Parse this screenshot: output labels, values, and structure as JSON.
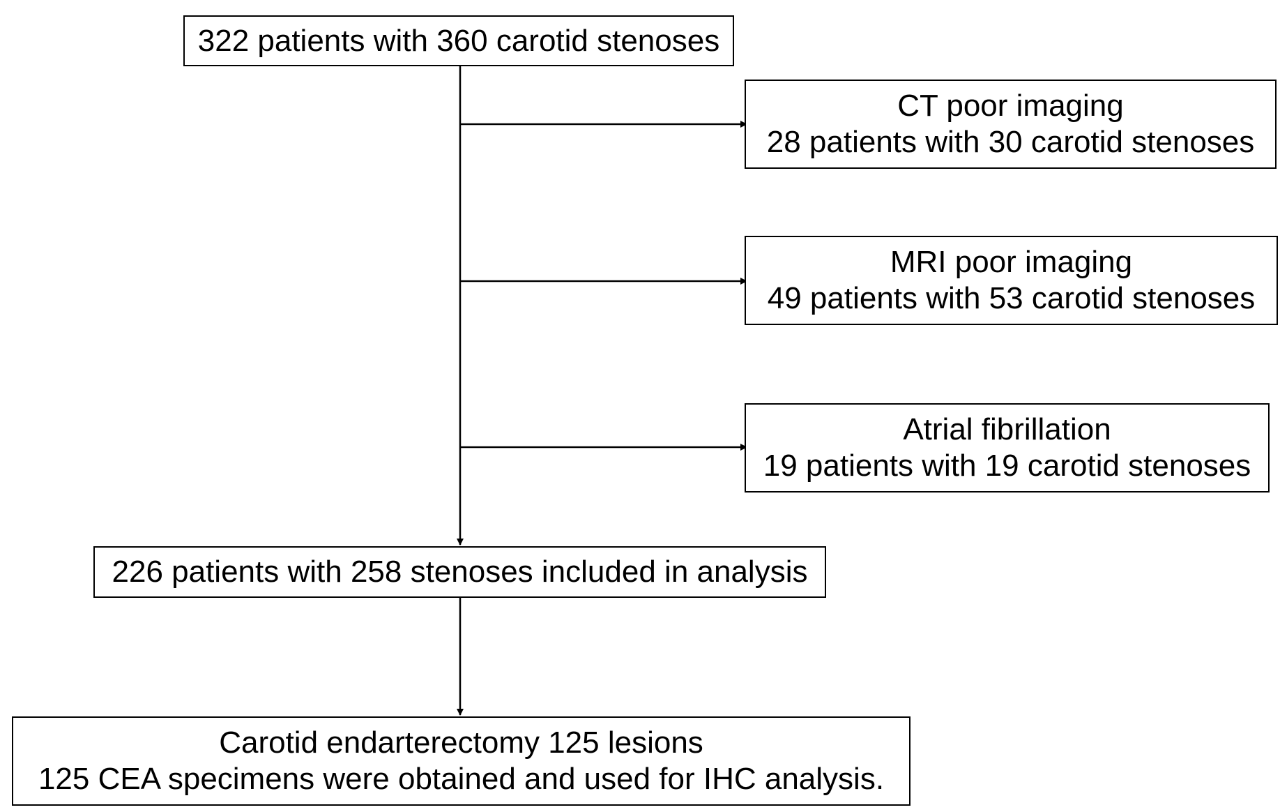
{
  "flowchart": {
    "start": {
      "text": "322 patients with 360 carotid stenoses"
    },
    "exclusions": [
      {
        "title": "CT poor imaging",
        "detail": "28 patients with 30 carotid stenoses"
      },
      {
        "title": "MRI poor imaging",
        "detail": "49 patients with 53 carotid stenoses"
      },
      {
        "title": "Atrial fibrillation",
        "detail": "19 patients with 19 carotid stenoses"
      }
    ],
    "included": {
      "text": "226 patients with 258 stenoses included in analysis"
    },
    "final": {
      "line1": "Carotid endarterectomy 125 lesions",
      "line2": "125 CEA specimens were obtained and used for IHC analysis."
    }
  }
}
